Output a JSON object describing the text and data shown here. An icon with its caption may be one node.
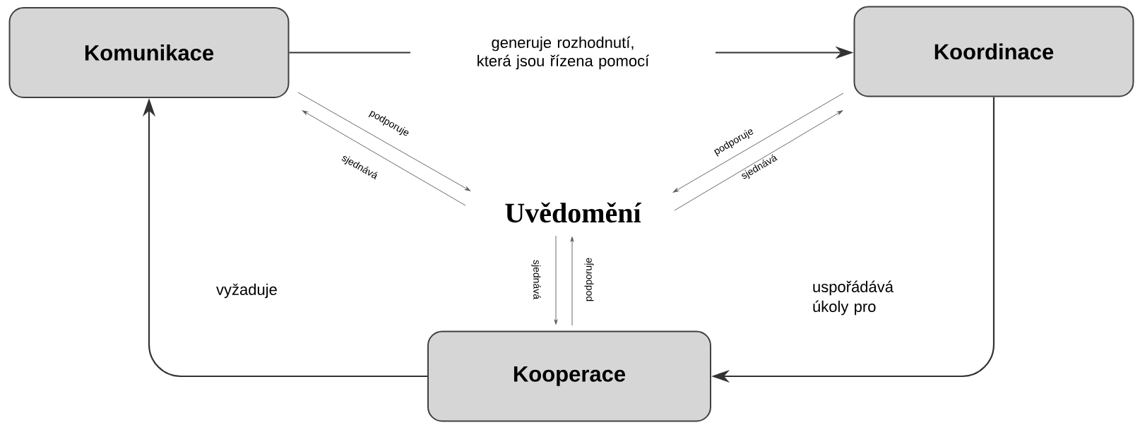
{
  "diagram": {
    "nodes": [
      {
        "text": [
          "Komunikace"
        ]
      },
      {
        "text": [
          "Koordinace"
        ]
      },
      {
        "text": [
          "Uvědomění"
        ]
      },
      {
        "text": [
          "Kooperace"
        ]
      }
    ],
    "edges": [
      {
        "from": 0,
        "to": 1,
        "arrow": "to",
        "label": "generuje rozhodnutí, která jsou řízena pomocí"
      },
      {
        "from": 0,
        "to": 2,
        "arrow": "to",
        "label": "podporuje"
      },
      {
        "from": 2,
        "to": 0,
        "arrow": "to",
        "label": "sjednává"
      },
      {
        "from": 1,
        "to": 2,
        "arrow": "to",
        "label": "podporuje"
      },
      {
        "from": 2,
        "to": 1,
        "arrow": "to",
        "label": "sjednává"
      },
      {
        "from": 2,
        "to": 3,
        "arrow": "to",
        "label": "sjednává"
      },
      {
        "from": 3,
        "to": 2,
        "arrow": "to",
        "label": "podporuje"
      },
      {
        "from": 1,
        "to": 3,
        "arrow": "to",
        "label": "uspořádává úkoly pro"
      },
      {
        "from": 3,
        "to": 0,
        "arrow": "to",
        "label": "vyžaduje"
      }
    ]
  }
}
